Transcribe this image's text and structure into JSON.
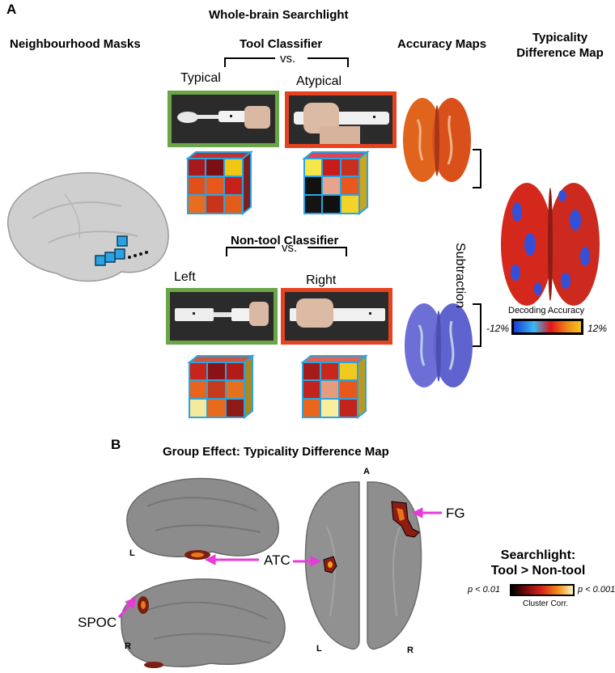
{
  "panel_a": {
    "letter": "A",
    "title": "Whole-brain Searchlight",
    "col_masks": "Neighbourhood Masks",
    "col_tool": "Tool Classifier",
    "col_accuracy": "Accuracy Maps",
    "col_typicality_line1": "Typicality",
    "col_typicality_line2": "Difference Map",
    "vs1": "vs.",
    "typical": "Typical",
    "atypical": "Atypical",
    "nontool_classifier": "Non-tool Classifier",
    "vs2": "vs.",
    "left": "Left",
    "right": "Right",
    "subtraction": "Subtraction",
    "colorbar_title": "Decoding Accuracy",
    "colorbar_min": "-12%",
    "colorbar_max": "12%"
  },
  "panel_b": {
    "letter": "B",
    "title": "Group Effect: Typicality Difference Map",
    "label_A": "A",
    "label_L_top": "L",
    "label_R_bottom": "R",
    "label_L_ventral": "L",
    "label_R_ventral": "R",
    "atc": "ATC",
    "fg": "FG",
    "spoc": "SPOC",
    "legend_line1": "Searchlight:",
    "legend_line2": "Tool > Non-tool",
    "p_low": "p < 0.01",
    "p_high": "p < 0.001",
    "cluster": "Cluster Corr."
  },
  "colors": {
    "green_frame": "#6aa547",
    "red_frame": "#e6421f",
    "cube_edge": "#2aa4e0",
    "arrow": "#e83ad8"
  }
}
